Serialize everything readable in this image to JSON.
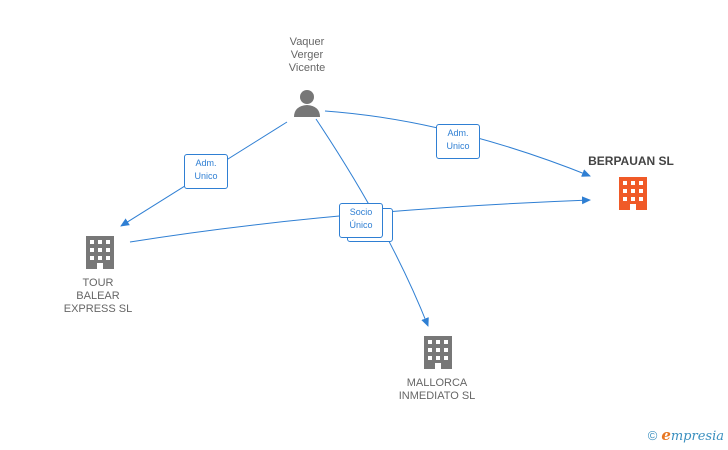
{
  "colors": {
    "edge": "#2f7fd3",
    "node_company": "#777777",
    "node_person": "#777777",
    "node_focus": "#f05a28"
  },
  "nodes": {
    "person": {
      "label": "Vaquer\nVerger\nVicente",
      "icon": "person-icon"
    },
    "berpauan": {
      "label": "BERPAUAN SL",
      "icon": "building-icon"
    },
    "tour": {
      "label": "TOUR\nBALEAR\nEXPRESS SL",
      "icon": "building-icon"
    },
    "mallorca": {
      "label": "MALLORCA\nINMEDIATO SL",
      "icon": "building-icon"
    }
  },
  "edges": {
    "adm_unico_tour": "Adm.\nUnico",
    "adm_unico_berpauan": "Adm.\nUnico",
    "socio_unico": "Socio\nÚnico"
  },
  "footer": {
    "copyright": "©",
    "brand_initial": "e",
    "brand_rest": "mpresia"
  }
}
